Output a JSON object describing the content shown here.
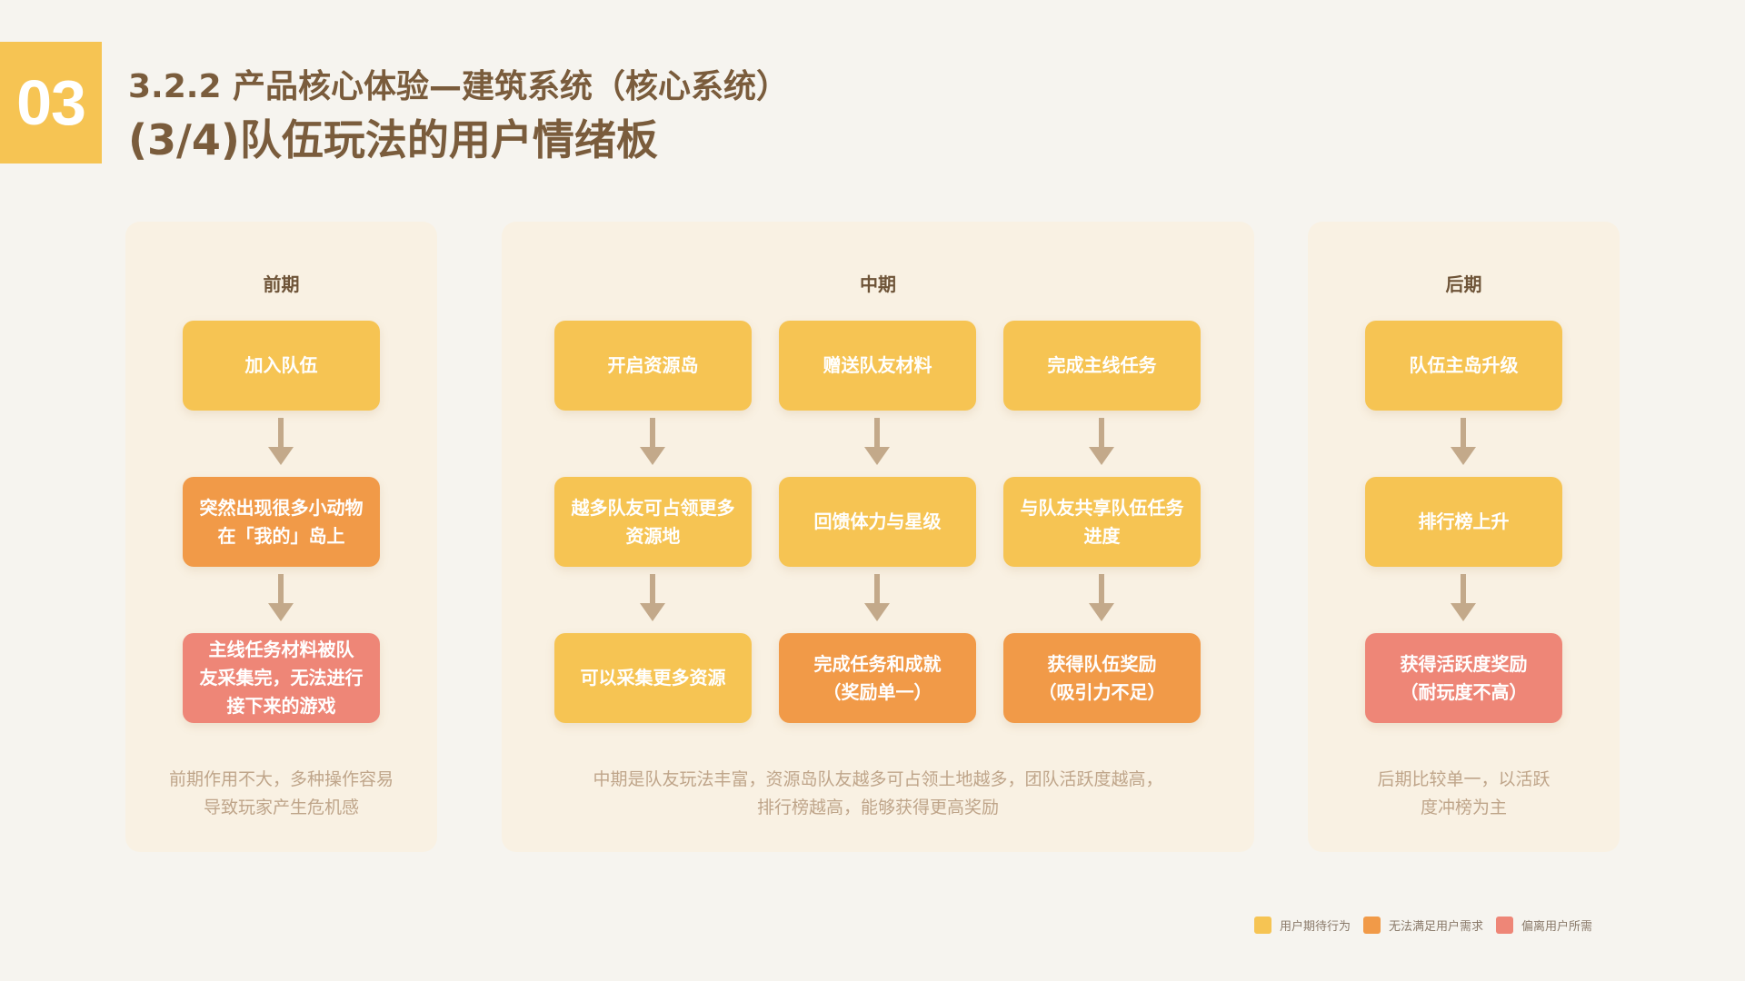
{
  "header": {
    "section_number": "03",
    "subtitle": "3.2.2 产品核心体验—建筑系统（核心系统）",
    "title": "(3/4)队伍玩法的用户情绪板"
  },
  "colors": {
    "yellow": "#f6c453",
    "orange": "#f19a48",
    "pink": "#ee8677",
    "arrow": "#c3a98a"
  },
  "panels": [
    {
      "title": "前期",
      "columns": [
        {
          "nodes": [
            {
              "text": "加入队伍",
              "category": "yellow"
            },
            {
              "text": "突然出现很多小动物\n在「我的」岛上",
              "category": "orange"
            },
            {
              "text": "主线任务材料被队\n友采集完，无法进行\n接下来的游戏",
              "category": "pink"
            }
          ]
        }
      ],
      "note": "前期作用不大，多种操作容易\n导致玩家产生危机感"
    },
    {
      "title": "中期",
      "columns": [
        {
          "nodes": [
            {
              "text": "开启资源岛",
              "category": "yellow"
            },
            {
              "text": "越多队友可占领更多\n资源地",
              "category": "yellow"
            },
            {
              "text": "可以采集更多资源",
              "category": "yellow"
            }
          ]
        },
        {
          "nodes": [
            {
              "text": "赠送队友材料",
              "category": "yellow"
            },
            {
              "text": "回馈体力与星级",
              "category": "yellow"
            },
            {
              "text": "完成任务和成就\n（奖励单一）",
              "category": "orange"
            }
          ]
        },
        {
          "nodes": [
            {
              "text": "完成主线任务",
              "category": "yellow"
            },
            {
              "text": "与队友共享队伍任务\n进度",
              "category": "yellow"
            },
            {
              "text": "获得队伍奖励\n（吸引力不足）",
              "category": "orange"
            }
          ]
        }
      ],
      "note": "中期是队友玩法丰富，资源岛队友越多可占领土地越多，团队活跃度越高，\n排行榜越高，能够获得更高奖励"
    },
    {
      "title": "后期",
      "columns": [
        {
          "nodes": [
            {
              "text": "队伍主岛升级",
              "category": "yellow"
            },
            {
              "text": "排行榜上升",
              "category": "yellow"
            },
            {
              "text": "获得活跃度奖励\n（耐玩度不高）",
              "category": "pink"
            }
          ]
        }
      ],
      "note": "后期比较单一，以活跃\n度冲榜为主"
    }
  ],
  "legend": [
    {
      "label": "用户期待行为",
      "category": "yellow"
    },
    {
      "label": "无法满足用户需求",
      "category": "orange"
    },
    {
      "label": "偏离用户所需",
      "category": "pink"
    }
  ]
}
